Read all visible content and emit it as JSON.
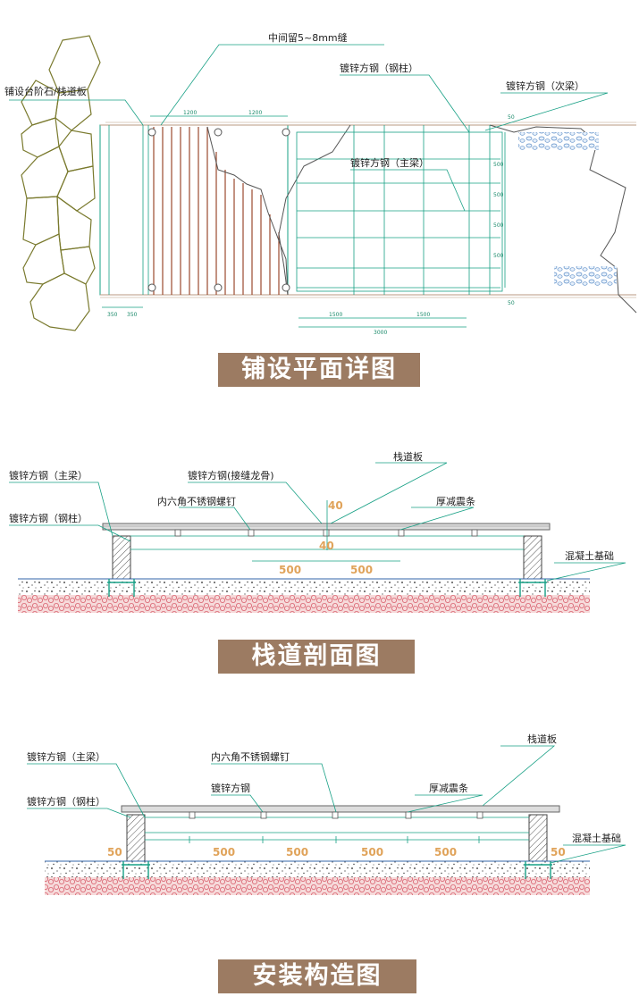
{
  "plan": {
    "title": "铺设平面详图",
    "labels": {
      "gap": "中间留5~8mm缝",
      "step_stone": "铺设台阶石/栈道板",
      "column": "镀锌方钢（钢柱）",
      "secondary_beam": "镀锌方钢（次梁）",
      "main_beam": "镀锌方钢（主梁）"
    },
    "dims": {
      "top_left": "1200",
      "top_right": "1200",
      "right_top": "50",
      "right_rows": [
        "500",
        "500",
        "500",
        "500"
      ],
      "right_bottom": "50",
      "bottom_left_a": "350",
      "bottom_left_b": "350",
      "bottom_mid_a": "1500",
      "bottom_mid_b": "1500",
      "bottom_total": "3000"
    }
  },
  "section": {
    "title": "栈道剖面图",
    "labels": {
      "board": "栈道板",
      "main_beam": "镀锌方钢（主梁）",
      "joint_keel": "镀锌方钢(接缝龙骨)",
      "column": "镀锌方钢（钢柱）",
      "bolt": "内六角不锈钢螺钉",
      "damping": "厚减震条",
      "concrete": "混凝土基础"
    },
    "dims": {
      "gap_top": "40",
      "gap_bottom": "40",
      "span_a": "500",
      "span_b": "500"
    }
  },
  "install": {
    "title": "安装构造图",
    "labels": {
      "board": "栈道板",
      "main_beam": "镀锌方钢（主梁）",
      "bolt": "内六角不锈钢螺钉",
      "steel": "镀锌方钢",
      "column": "镀锌方钢（钢柱）",
      "damping": "厚减震条",
      "concrete": "混凝土基础"
    },
    "dims": {
      "left_offset": "50",
      "spans": [
        "500",
        "500",
        "500",
        "500"
      ],
      "right_offset": "50"
    }
  }
}
